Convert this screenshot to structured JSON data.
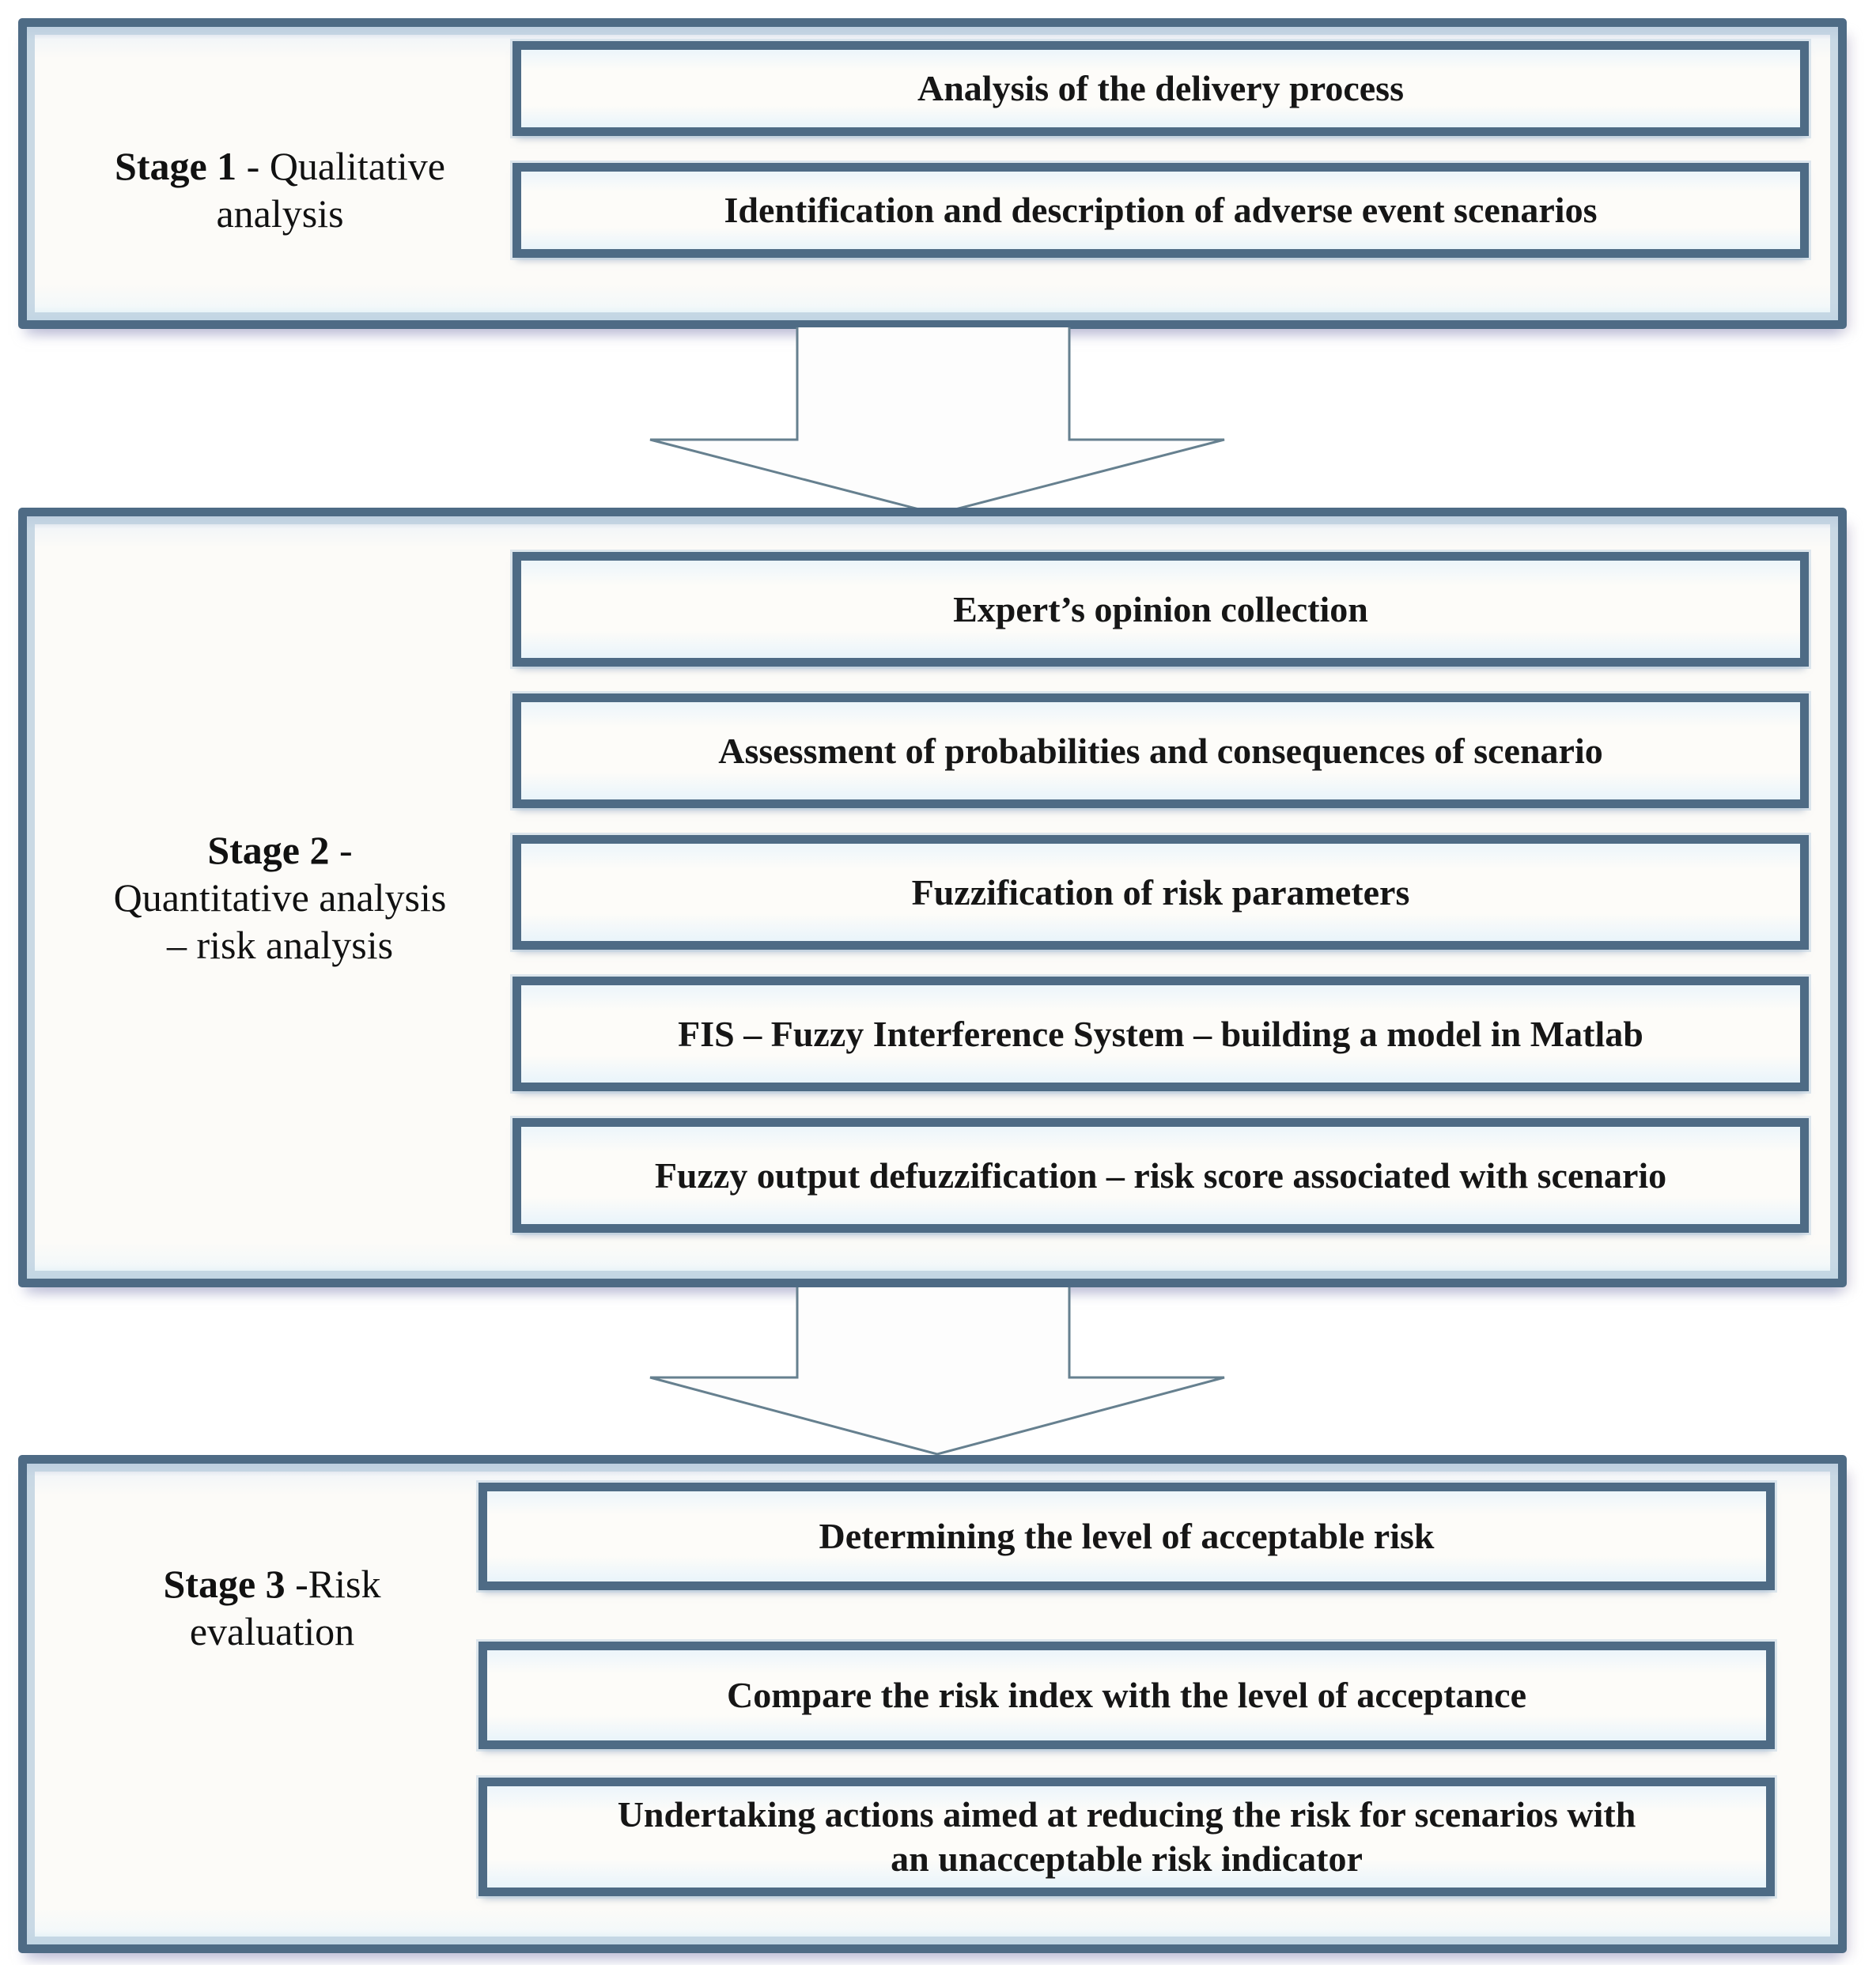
{
  "stages": [
    {
      "label": {
        "bold": "Stage 1",
        "rest": " - Qualitative",
        "line2": "analysis"
      },
      "boxes": [
        "Analysis of the delivery process",
        "Identification and description of adverse event scenarios"
      ]
    },
    {
      "label": {
        "bold": "Stage 2",
        "rest": "  -",
        "line2": "Quantitative analysis",
        "line3": "– risk analysis"
      },
      "boxes": [
        "Expert’s opinion collection",
        "Assessment of probabilities and consequences of scenario",
        "Fuzzification of risk parameters",
        "FIS – Fuzzy Interference System – building a model in Matlab",
        "Fuzzy output defuzzification – risk score associated with scenario"
      ]
    },
    {
      "label": {
        "bold": "Stage 3",
        "rest": "  -Risk",
        "line2": "evaluation"
      },
      "boxes": [
        "Determining the level of acceptable risk",
        "Compare the risk index with the level of acceptance",
        "Undertaking actions aimed at reducing the risk  for scenarios with an unacceptable risk indicator"
      ]
    }
  ],
  "colors": {
    "stage_border": "#4e6b85",
    "inner_light_line": "#b9cdde",
    "arrow_outline": "#66808f",
    "box_background": "#fdfcf9",
    "shadow_lavender": "#b0b2ce",
    "text": "#161616"
  }
}
